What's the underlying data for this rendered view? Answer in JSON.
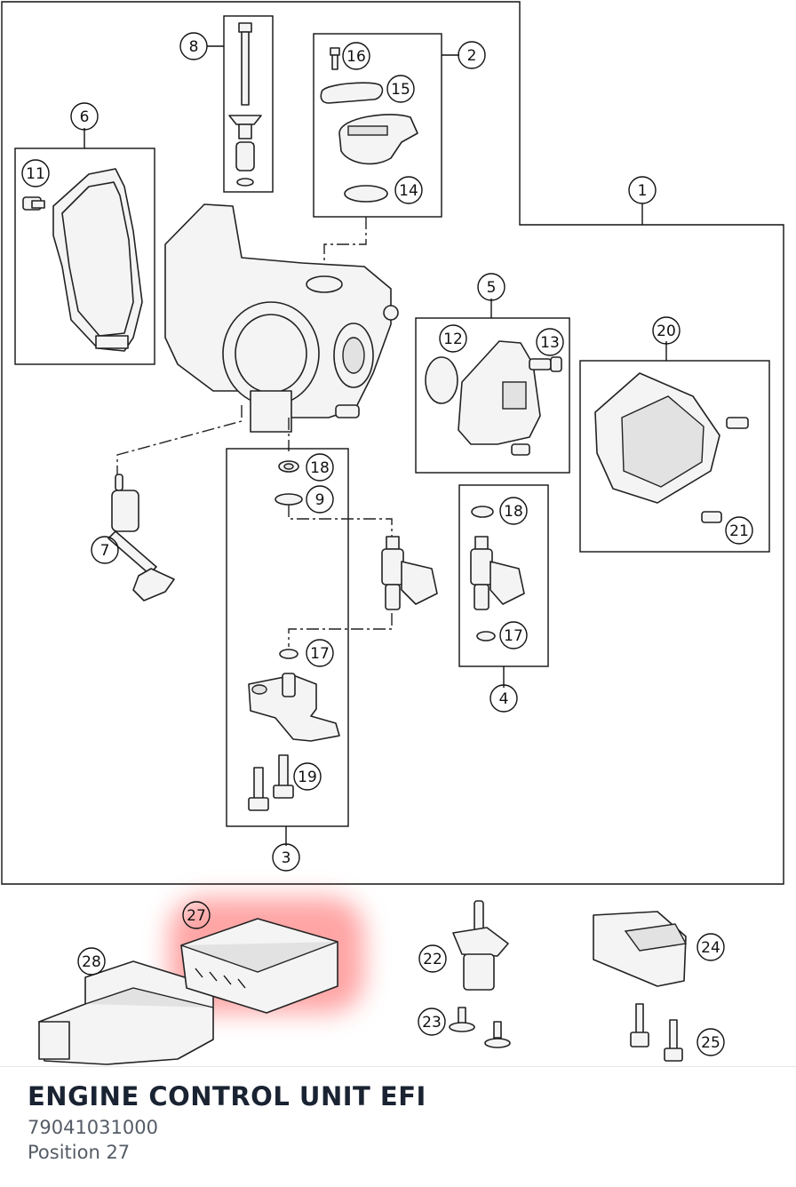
{
  "part": {
    "title": "ENGINE CONTROL UNIT EFI",
    "number": "79041031000",
    "position_text": "Position 27"
  },
  "callouts": [
    "1",
    "2",
    "3",
    "4",
    "5",
    "6",
    "7",
    "8",
    "9",
    "11",
    "12",
    "13",
    "14",
    "15",
    "16",
    "17",
    "18",
    "18",
    "17",
    "19",
    "20",
    "21",
    "22",
    "23",
    "24",
    "25",
    "27",
    "28"
  ],
  "highlight_color": "#ff4d4d"
}
